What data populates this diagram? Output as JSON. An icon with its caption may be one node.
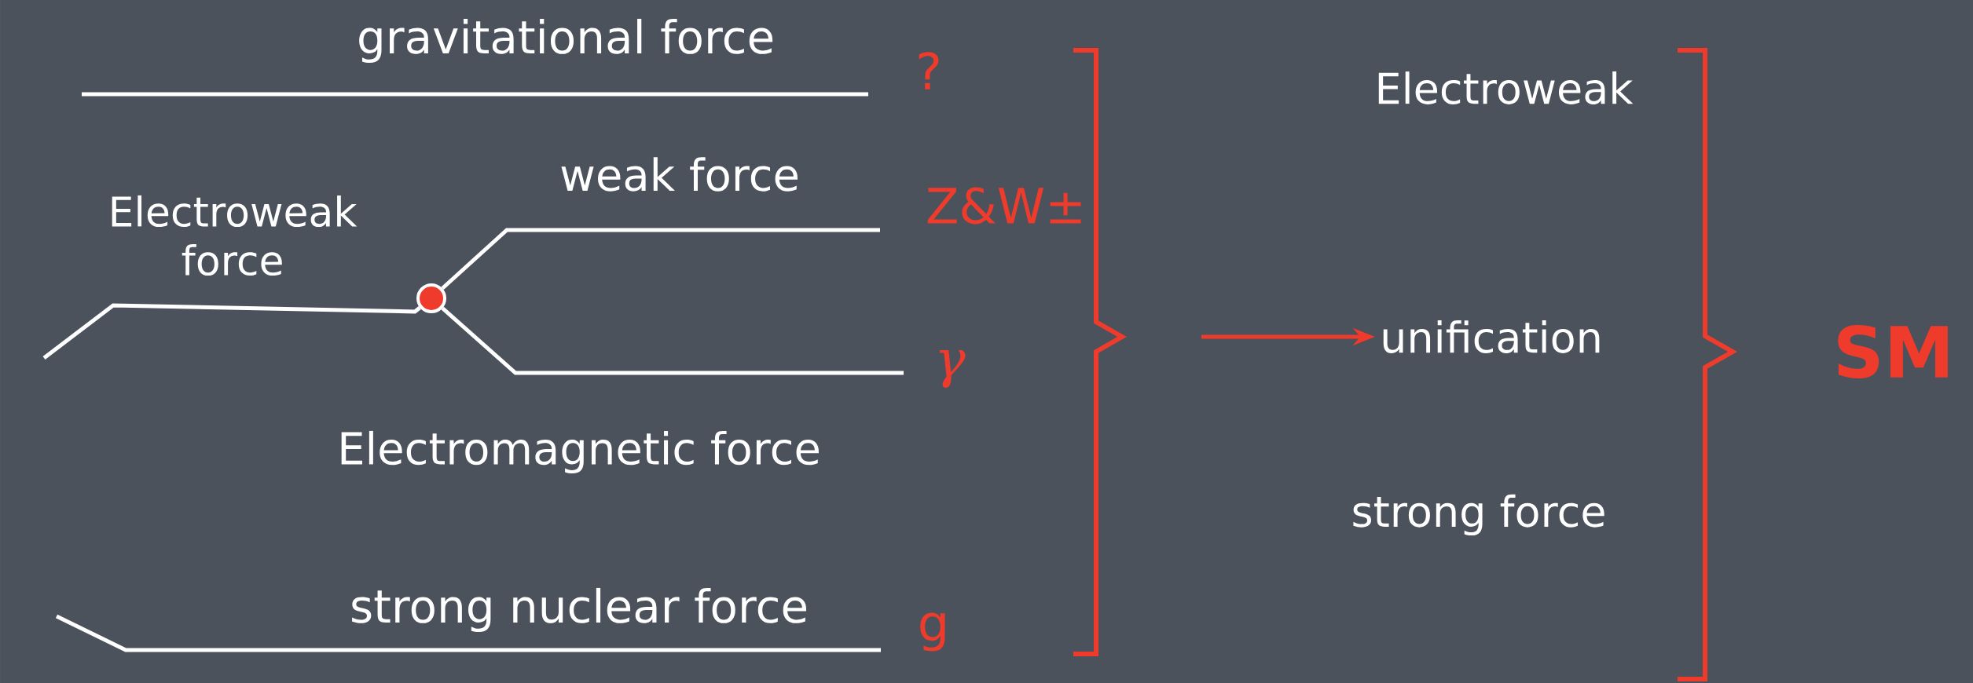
{
  "diagram": {
    "nodes": [
      {
        "text": [],
        "shape": "circle"
      },
      {
        "text": [
          "unification"
        ]
      }
    ],
    "edges": [
      {
        "from": null,
        "to": 0,
        "arrow": "none"
      },
      {
        "from": 0,
        "to": null,
        "arrow": "none"
      },
      {
        "from": 0,
        "to": null,
        "arrow": "none"
      },
      {
        "from": null,
        "to": 1,
        "arrow": "to",
        "color": "#ee3b2b"
      }
    ],
    "labels": [
      "gravitational force",
      "?",
      "Electroweak force",
      "weak force",
      "Z&W±",
      "Electroweak",
      "γ",
      "Electromagnetic force",
      "strong force",
      "SM",
      "strong nuclear force",
      "g"
    ]
  }
}
